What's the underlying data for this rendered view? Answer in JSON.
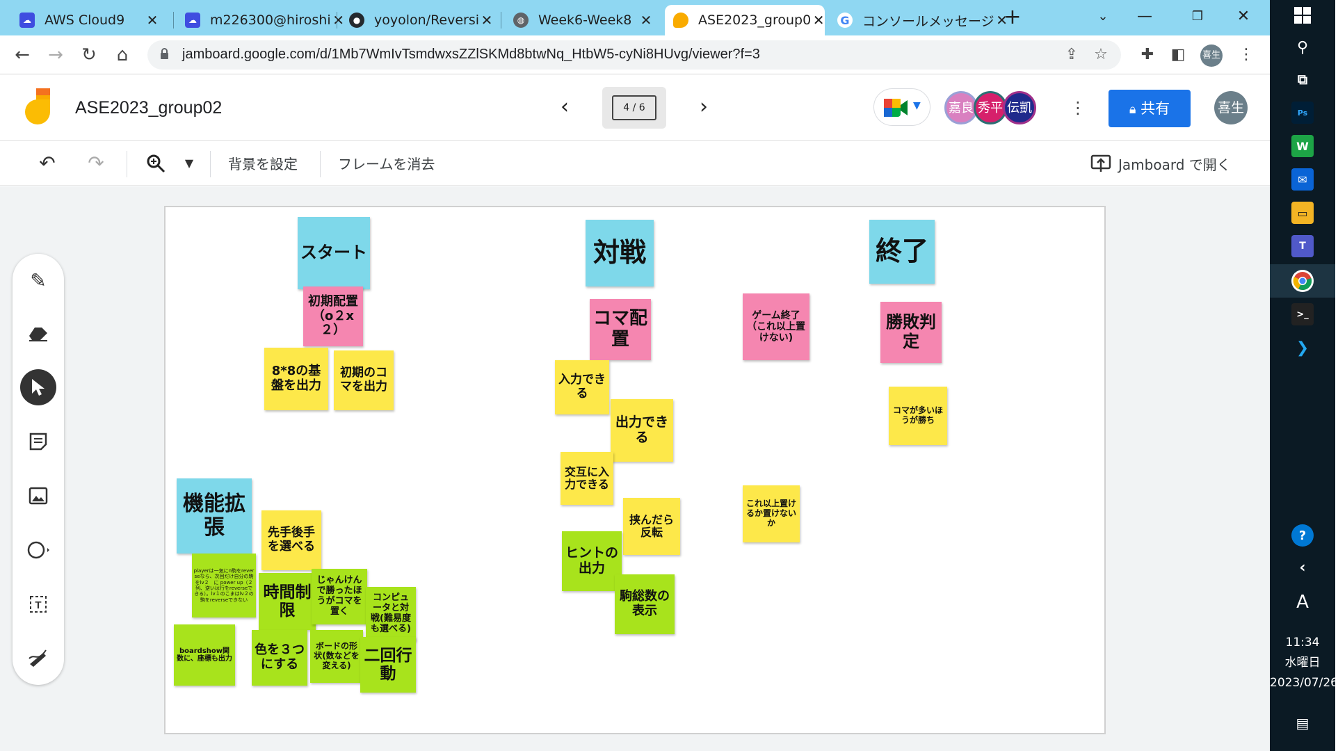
{
  "browser": {
    "tabs": [
      {
        "label": "AWS Cloud9",
        "icon": "cloud9-icon",
        "color": "#3f4de0",
        "active": false
      },
      {
        "label": "m226300@hiroshi",
        "icon": "cloud9-icon",
        "color": "#3f4de0",
        "active": false
      },
      {
        "label": "yoyolon/Reversi",
        "icon": "github-icon",
        "color": "#24292e",
        "active": false
      },
      {
        "label": "Week6-Week8",
        "icon": "globe-icon",
        "color": "#5f6368",
        "active": false
      },
      {
        "label": "ASE2023_group0",
        "icon": "jamboard-icon",
        "color": "#f9ab00",
        "active": true
      },
      {
        "label": "コンソールメッセージ",
        "icon": "google-icon",
        "color": "#4285f4",
        "active": false
      }
    ],
    "new_tab": "+",
    "url": "jamboard.google.com/d/1Mb7WmIvTsmdwxsZZlSKMd8btwNq_HtbW5-cyNi8HUvg/viewer?f=3",
    "profile_initial": "喜生"
  },
  "jamboard": {
    "title": "ASE2023_group02",
    "frame_indicator": "4 / 6",
    "collaborators": [
      {
        "name": "嘉良",
        "color": "#d980c0",
        "border": "#9aa0d6"
      },
      {
        "name": "秀平",
        "color": "#d6206b",
        "border": "#2c6f74"
      },
      {
        "name": "伝凱",
        "color": "#1f2a8c",
        "border": "#a0308a"
      }
    ],
    "share_label": "共有",
    "user_initial": "喜生",
    "toolbar": {
      "set_background": "背景を設定",
      "clear_frame": "フレームを消去",
      "open_in_jamboard": "Jamboard で開く"
    }
  },
  "notes": [
    {
      "text": "スタート",
      "color": "cyan",
      "size": 24
    },
    {
      "text": "対戦",
      "color": "cyan",
      "size": 38
    },
    {
      "text": "終了",
      "color": "cyan",
      "size": 38
    },
    {
      "text": "初期配置（o２x２）",
      "color": "pink",
      "size": 18
    },
    {
      "text": "8*8の基盤を出力",
      "color": "yellow",
      "size": 18
    },
    {
      "text": "初期のコマを出力",
      "color": "yellow",
      "size": 17
    },
    {
      "text": "コマ配置",
      "color": "pink",
      "size": 26
    },
    {
      "text": "ゲーム終了（これ以上置けない)",
      "color": "pink",
      "size": 14
    },
    {
      "text": "勝敗判定",
      "color": "pink",
      "size": 24
    },
    {
      "text": "入力できる",
      "color": "yellow",
      "size": 17
    },
    {
      "text": "出力できる",
      "color": "yellow",
      "size": 19
    },
    {
      "text": "コマが多いほうが勝ち",
      "color": "yellow",
      "size": 12
    },
    {
      "text": "交互に入力できる",
      "color": "yellow",
      "size": 16
    },
    {
      "text": "挟んだら反転",
      "color": "yellow",
      "size": 16
    },
    {
      "text": "これ以上置けるか置けないか",
      "color": "yellow",
      "size": 12
    },
    {
      "text": "ヒントの出力",
      "color": "green",
      "size": 19
    },
    {
      "text": "駒総数の表示",
      "color": "green",
      "size": 18
    },
    {
      "text": "機能拡張",
      "color": "cyan",
      "size": 30
    },
    {
      "text": "先手後手を選べる",
      "color": "yellow",
      "size": 17
    },
    {
      "text": "playerは一気にn駒をreverseなら、次回だけ自分の駒をlv２　に power up（２列、逆いは行をreverseできる）。lv１のこまはlv２の駒をreverseできない",
      "color": "green",
      "size": 7
    },
    {
      "text": "時間制限",
      "color": "green",
      "size": 23
    },
    {
      "text": "じゃんけんで勝ったほうがコマを置く",
      "color": "green",
      "size": 13
    },
    {
      "text": "コンピュータと対戦(難易度も選べる)",
      "color": "green",
      "size": 13
    },
    {
      "text": "boardshow関数に、座標も出力",
      "color": "green",
      "size": 10
    },
    {
      "text": "色を３つにする",
      "color": "green",
      "size": 18
    },
    {
      "text": "ボードの形状(数などを変える)",
      "color": "green",
      "size": 12
    },
    {
      "text": "二回行動",
      "color": "green",
      "size": 23
    }
  ],
  "taskbar": {
    "time": "11:34",
    "weekday": "水曜日",
    "date": "2023/07/26",
    "lang_indicator": "A"
  }
}
